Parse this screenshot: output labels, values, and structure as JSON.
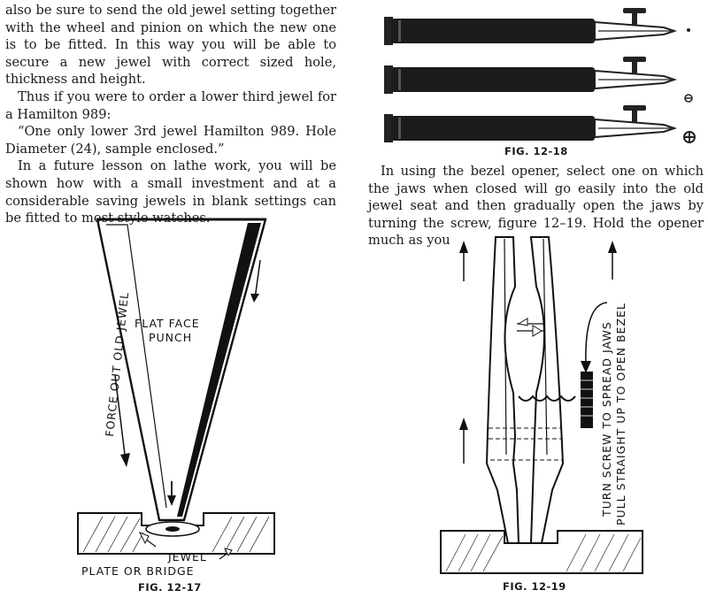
{
  "left_column": {
    "paragraph_1": "also be sure to send the old jewel setting together with the wheel and pinion on which the new one is to be fitted. In this way you will be able to secure a new jewel with correct sized hole, thickness and height.",
    "paragraph_2": "Thus if you were to order a lower third jewel for a Hamilton 989:",
    "paragraph_3": "“One only lower 3rd jewel Hamilton 989. Hole Diameter (24), sample enclosed.”",
    "paragraph_4": "In a future lesson on lathe work, you will be shown how with a small investment and at a considerable saving jewels in blank settings can be fitted to most style watches."
  },
  "right_column": {
    "paragraph_1": "In using the bezel opener, select one on which the jaws when closed will go easily into the old jewel seat and then gradually open the jaws by turning the screw, figure 12–19. Hold the opener much as you"
  },
  "figures": {
    "fig_12_17": {
      "caption": "FIG. 12-17",
      "label_force": "FORCE OUT OLD JEWEL",
      "label_punch_1": "FLAT FACE",
      "label_punch_2": "PUNCH",
      "label_jewel": "JEWEL",
      "label_plate": "PLATE  OR BRIDGE"
    },
    "fig_12_18": {
      "caption": "FIG. 12-18"
    },
    "fig_12_19": {
      "caption": "FIG. 12-19",
      "label_line_1": "TURN SCREW TO SPREAD JAWS",
      "label_line_2": "PULL STRAIGHT UP TO OPEN BEZEL"
    }
  }
}
